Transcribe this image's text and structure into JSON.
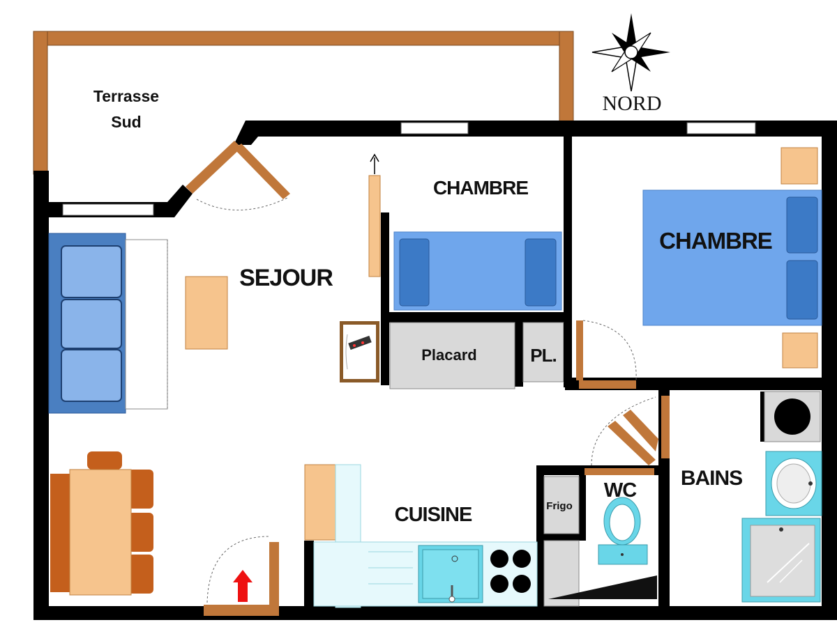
{
  "rooms": {
    "terrace_line1": "Terrasse",
    "terrace_line2": "Sud",
    "living": "SEJOUR",
    "bedroom_small": "CHAMBRE",
    "bedroom_large": "CHAMBRE",
    "closet": "Placard",
    "closet_small": "PL.",
    "kitchen": "CUISINE",
    "fridge": "Frigo",
    "wc": "WC",
    "bathroom": "BAINS"
  },
  "compass": {
    "label": "NORD"
  },
  "colors": {
    "wall": "#000000",
    "wood": "#c0773a",
    "furniture_wood": "#f6c48d",
    "chair": "#c45f1c",
    "sofa": "#4a7fc1",
    "cushion": "#8ab4ea",
    "bed": "#6fa6ec",
    "pillow": "#3c7ac6",
    "closet": "#d9d9d9",
    "sanitary": "#69d6e8",
    "entrance_arrow": "#ee1111"
  }
}
